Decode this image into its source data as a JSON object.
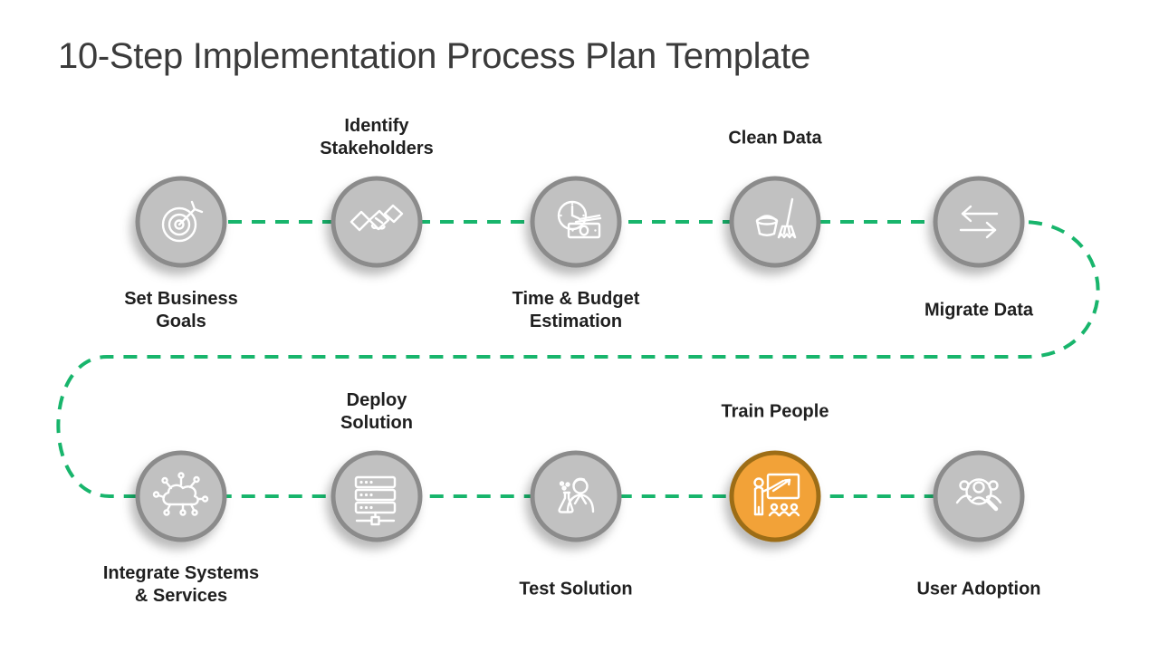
{
  "title": "10-Step Implementation Process Plan Template",
  "colors": {
    "connector_green": "#18b56c",
    "node_fill_gray": "#c1c1c1",
    "node_border_gray": "#8b8b8b",
    "highlight_fill_orange": "#f2a238",
    "highlight_border_orange": "#9d6d15",
    "icon_white": "#ffffff",
    "label_text": "#1f1f1f",
    "title_text": "#3b3b3b"
  },
  "steps": [
    {
      "label": "Set Business\nGoals",
      "icon": "target-goal-icon",
      "label_position": "below",
      "highlighted": false
    },
    {
      "label": "Identify\nStakeholders",
      "icon": "handshake-icon",
      "label_position": "above",
      "highlighted": false
    },
    {
      "label": "Time & Budget\nEstimation",
      "icon": "clock-money-icon",
      "label_position": "below",
      "highlighted": false
    },
    {
      "label": "Clean Data",
      "icon": "broom-bucket-icon",
      "label_position": "above",
      "highlighted": false
    },
    {
      "label": "Migrate Data",
      "icon": "transfer-arrows-icon",
      "label_position": "below",
      "highlighted": false
    },
    {
      "label": "Integrate Systems\n& Services",
      "icon": "cloud-network-icon",
      "label_position": "below",
      "highlighted": false
    },
    {
      "label": "Deploy\nSolution",
      "icon": "server-stack-icon",
      "label_position": "above",
      "highlighted": false
    },
    {
      "label": "Test Solution",
      "icon": "scientist-flask-icon",
      "label_position": "below",
      "highlighted": false
    },
    {
      "label": "Train People",
      "icon": "trainer-presentation-icon",
      "label_position": "above",
      "highlighted": true
    },
    {
      "label": "User Adoption",
      "icon": "users-magnifier-icon",
      "label_position": "below",
      "highlighted": false
    }
  ]
}
